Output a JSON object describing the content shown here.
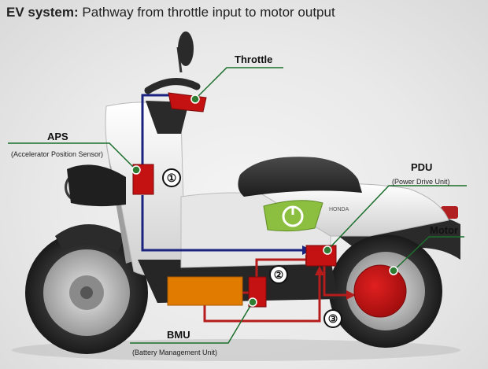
{
  "title": {
    "bold": "EV system:",
    "rest": "Pathway from throttle input to motor output"
  },
  "components": {
    "throttle": {
      "label": "Throttle"
    },
    "aps": {
      "label": "APS",
      "sublabel": "(Accelerator Position Sensor)"
    },
    "pdu": {
      "label": "PDU",
      "sublabel": "(Power Drive Unit)"
    },
    "motor": {
      "label": "Motor"
    },
    "bmu": {
      "label": "BMU",
      "sublabel": "(Battery Management Unit)"
    }
  },
  "steps": [
    "①",
    "②",
    "③"
  ],
  "badge_text": "HONDA",
  "colors": {
    "signal_path": "#1a237e",
    "power_path": "#b71c1c",
    "component_red": "#c41212",
    "battery_orange": "#e07b00",
    "leader_green": "#1b6e2c",
    "dot_green": "#2e7d32",
    "badge_green": "#8cbf3f"
  }
}
